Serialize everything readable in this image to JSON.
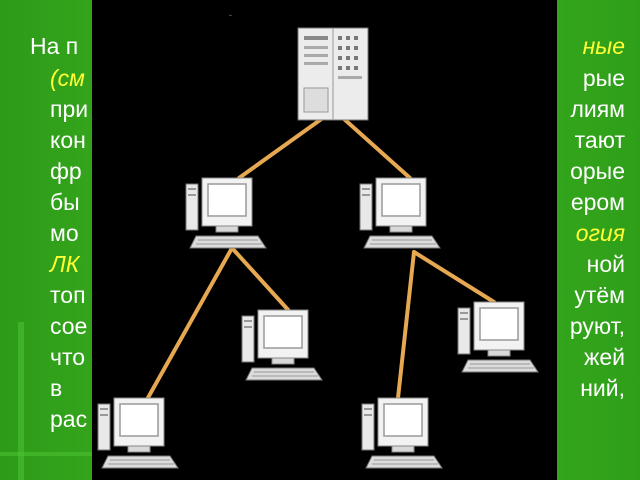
{
  "slide_text": {
    "l1_left": "На п",
    "l1_right": "ные",
    "l2_left": "(см",
    "l2_right": "рые",
    "l3_left": "при",
    "l3_right": "лиям",
    "l4_left": "кон",
    "l4_right": "тают",
    "l5_left": "фр",
    "l5_right": "орые",
    "l6_left": "бы",
    "l6_right": "ером",
    "l7_left": "мо",
    "l7_right": "огия",
    "l8_left": "ЛК",
    "l8_right": "ной",
    "l9_left": "топ",
    "l9_right": "утём",
    "l10_left": "сое",
    "l10_right": "руют,",
    "l11_left": "что",
    "l11_right": "жей",
    "l12_left": "в",
    "l12_right": "ний,",
    "l13_left": "рас"
  },
  "colors": {
    "background": "#33a81c",
    "text": "#ffffff",
    "highlight": "#ffff33",
    "overlay": "#000000",
    "link": "#e6a850"
  },
  "icons": {
    "server": "server-tower-icon",
    "workstation": "computer-workstation-icon"
  }
}
